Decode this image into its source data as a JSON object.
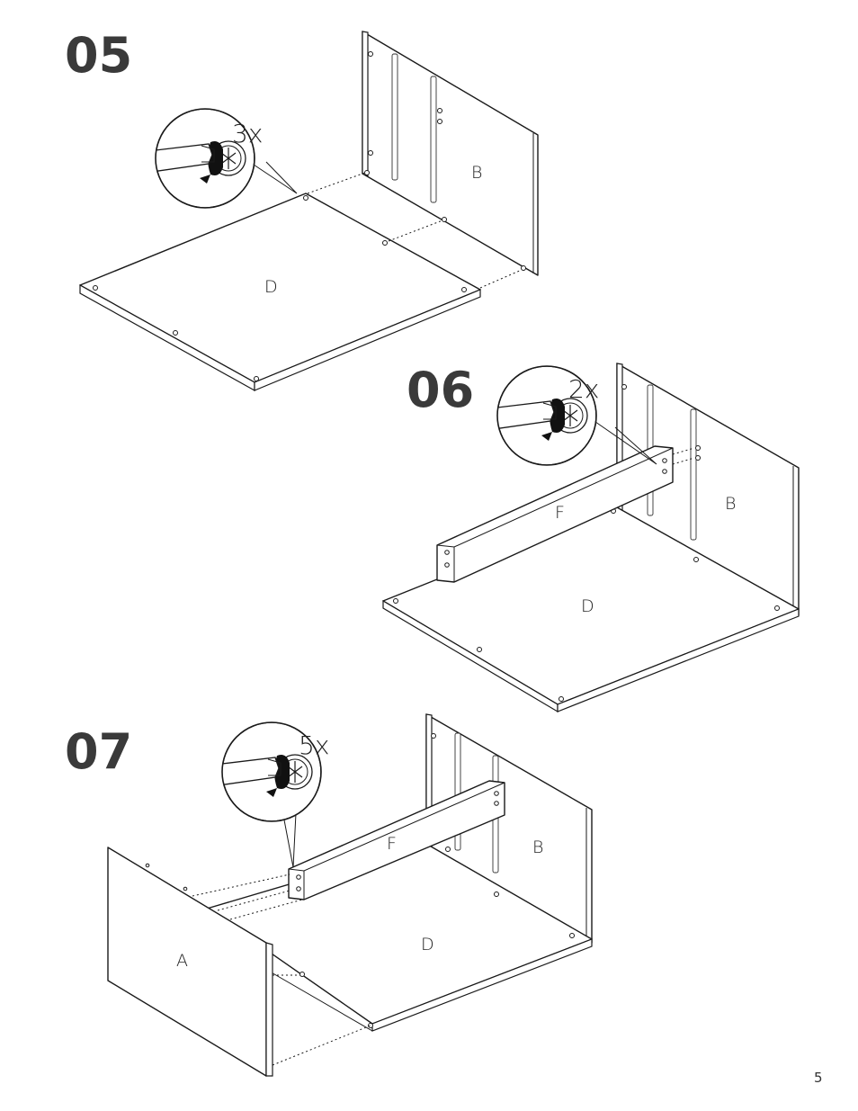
{
  "page_number": "5",
  "steps": [
    {
      "number": "05",
      "quantity": "3x",
      "parts": [
        "D",
        "B"
      ]
    },
    {
      "number": "06",
      "quantity": "2x",
      "parts": [
        "F",
        "B",
        "D"
      ]
    },
    {
      "number": "07",
      "quantity": "5x",
      "parts": [
        "F",
        "B",
        "D",
        "A"
      ]
    }
  ],
  "icons": [
    "screwdriver-cam-lock-icon"
  ]
}
